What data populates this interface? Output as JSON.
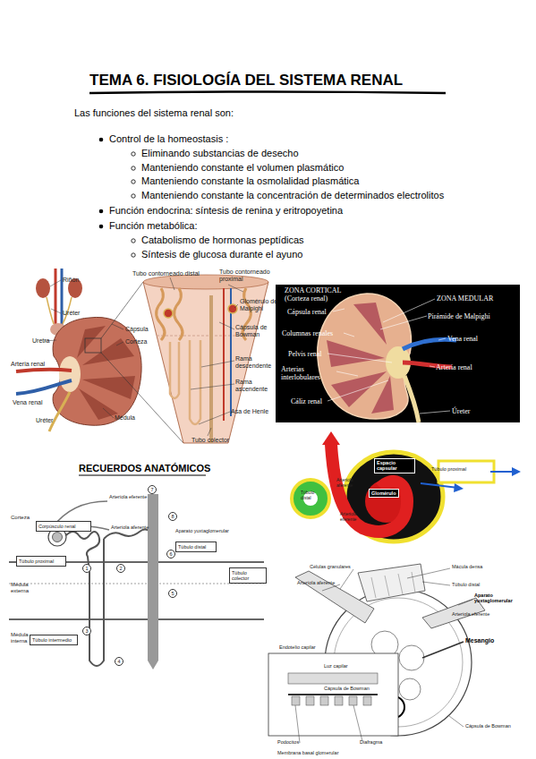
{
  "diagram": {
    "title": "TEMA 6. FISIOLOGÍA DEL SISTEMA RENAL",
    "nodes": [
      {
        "text": [
          "Corpúsculo renal"
        ]
      },
      {
        "text": [
          "Túbulo distal"
        ]
      },
      {
        "text": [
          "Túbulo proximal"
        ]
      },
      {
        "text": [
          "Túbulo colector"
        ]
      },
      {
        "text": [
          "Túbulo intermedio"
        ]
      }
    ],
    "labels": [
      "Las funciones del sistema renal son:",
      "Control de la homeostasis :",
      "Eliminando substancias de desecho",
      "Manteniendo constante el volumen plasmático",
      "Manteniendo constante la osmolalidad plasmática",
      "Manteniendo constante la concentración de determinados electrolitos",
      "Función endocrina: síntesis de renina y eritropoyetina",
      "Función metabólica:",
      "Catabolismo de hormonas peptídicas",
      "Síntesis de glucosa durante el ayuno",
      "Riñón",
      "Uréter",
      "Uretra",
      "Arteria renal",
      "Vena renal",
      "Uréter",
      "Cápsula",
      "Corteza",
      "Médula",
      "Tubo contorneado distal",
      "Tubo contorneado proximal",
      "Glomérulo de Malpighi",
      "Cápsula de Bowman",
      "Rama descendente",
      "Rama ascendente",
      "Asa de Henle",
      "Tubo colector",
      "ZONA CORTICAL (Corteza renal)",
      "ZONA MEDULAR",
      "Cápsula renal",
      "Pirámide de Malpighi",
      "Columnas renales",
      "Vena renal",
      "Pelvis renal",
      "Arteria renal",
      "Arterias interlobulares",
      "Cáliz renal",
      "Úreter",
      "RECUERDOS ANATÓMICOS",
      "Corteza",
      "Médula externa",
      "Médula interna",
      "Arteriola eferente",
      "Arteriola aferente",
      "Aparato yuxtaglomerular",
      "7",
      "8",
      "1",
      "2",
      "3",
      "4",
      "5",
      "6",
      "Espacio capsular",
      "Túbulo proximal",
      "Túbulo distal",
      "Arteriola aferente",
      "Glomérulo",
      "Arteriola eferente",
      "Células granulares",
      "Mácula densa",
      "Arteriola aferente",
      "Túbulo distal",
      "Aparato yuxtaglomerular",
      "Arteriola eferente",
      "Mesangio",
      "Cápsula de Bowman",
      "Endotelio capilar",
      "Luz capilar",
      "Cápsula de Bowman",
      "Podocitos",
      "Diafragma",
      "Membrana basal glomerular"
    ]
  }
}
